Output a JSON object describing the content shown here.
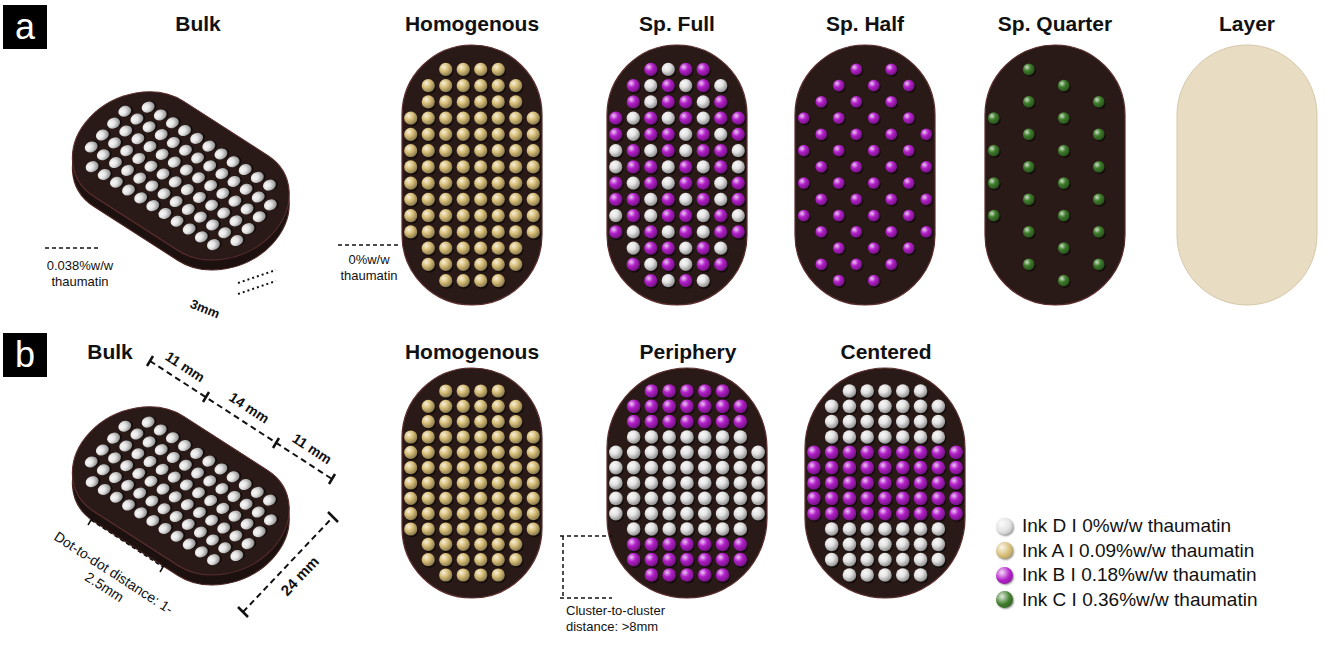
{
  "diagram": {
    "nodes": [
      {
        "text": [
          "a"
        ]
      },
      {
        "text": [
          "b"
        ]
      }
    ],
    "labels": [
      "Bulk",
      "0.038%w/w thaumatin",
      "3mm",
      "Homogenous",
      "0%w/w thaumatin",
      "Sp. Full",
      "Sp. Half",
      "Sp. Quarter",
      "Layer",
      "Bulk",
      "11 mm",
      "14 mm",
      "11 mm",
      "Homogenous",
      "Periphery",
      "Centered",
      "Dot-to-dot distance: 1-2.5mm",
      "24 mm",
      "Cluster-to-cluster distance: >8mm"
    ],
    "legend": [
      {
        "text": "Ink D I 0%w/w thaumatin",
        "color": "#e4e4e4"
      },
      {
        "text": "Ink A I 0.09%w/w thaumatin",
        "color": "#d9c07a"
      },
      {
        "text": "Ink B I 0.18%w/w thaumatin",
        "color": "#b31fca"
      },
      {
        "text": "Ink C I 0.36%w/w thaumatin",
        "color": "#3f7d2c"
      }
    ]
  }
}
